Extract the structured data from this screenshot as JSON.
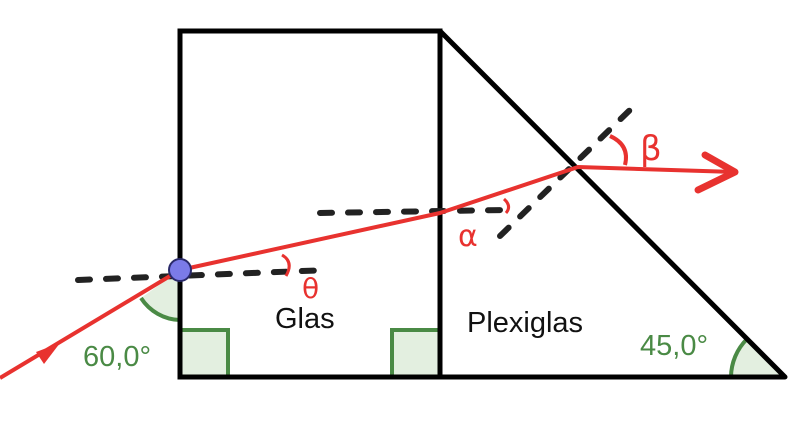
{
  "labels": {
    "glass": "Glas",
    "plexiglass": "Plexiglas",
    "angle_incidence": "60,0°",
    "angle_prism": "45,0°",
    "theta": "θ",
    "alpha": "α",
    "beta": "β"
  },
  "colors": {
    "ray": "#e8322f",
    "outline": "#000000",
    "angle": "#4a8a45",
    "angle_fill": "#e3efe0",
    "point": "#7b7be8"
  }
}
